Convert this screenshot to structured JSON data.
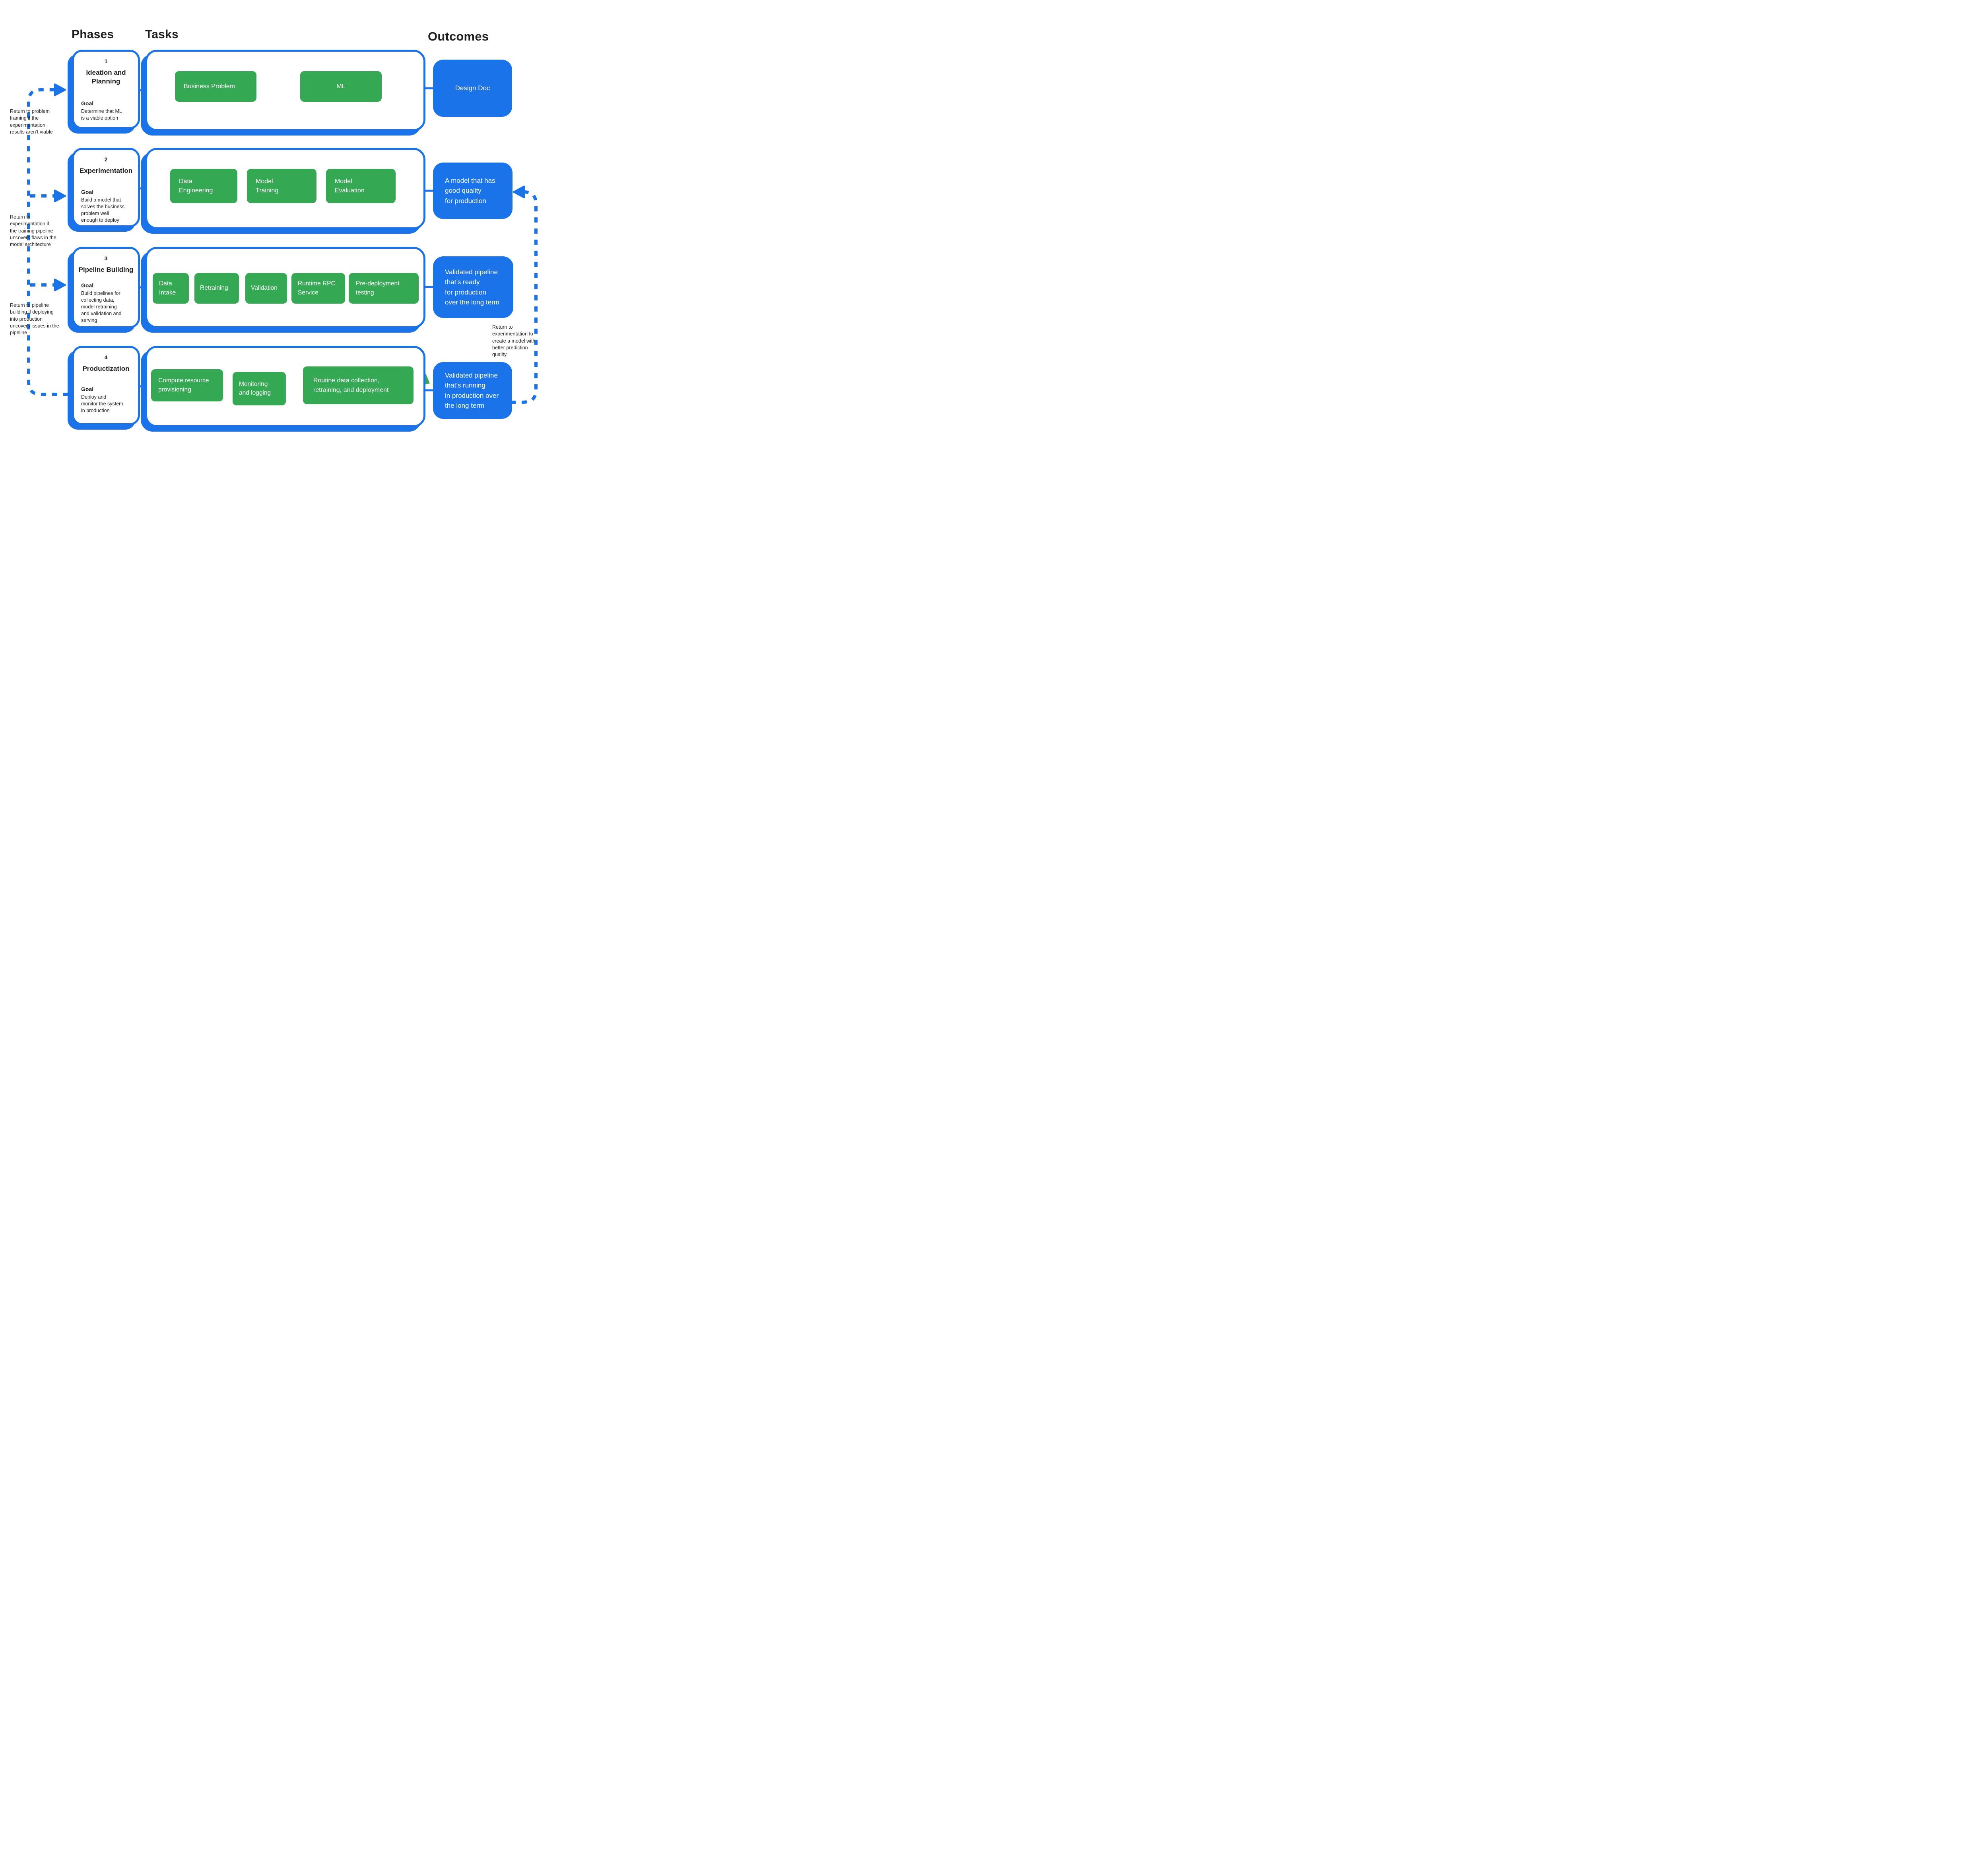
{
  "page": {
    "title_phases": "Phases",
    "title_tasks": "Tasks",
    "title_outcomes": "Outcomes"
  },
  "colors": {
    "accent_blue": "#1a73e8",
    "accent_green": "#34a853",
    "text_black": "#1f1f1f",
    "text_on_fill": "#ffffff"
  },
  "phases": [
    {
      "number": "1",
      "title": "Ideation and\nPlanning",
      "goal_label": "Goal",
      "goal": "Determine that ML\nis a viable option"
    },
    {
      "number": "2",
      "title": "Experimentation",
      "goal_label": "Goal",
      "goal": "Build a model that\nsolves the business\nproblem well\nenough to deploy"
    },
    {
      "number": "3",
      "title": "Pipeline Building",
      "goal_label": "Goal",
      "goal": "Build pipelines for\ncollecting data,\nmodel retraining\nand validation and\nserving"
    },
    {
      "number": "4",
      "title": "Productization",
      "goal_label": "Goal",
      "goal": "Deploy and\nmonitor the system\nin production"
    }
  ],
  "tasks": {
    "row1": [
      {
        "label": "Business Problem"
      },
      {
        "label": "ML"
      }
    ],
    "row2": [
      {
        "label": "Data\nEngineering"
      },
      {
        "label": "Model\nTraining"
      },
      {
        "label": "Model\nEvaluation"
      }
    ],
    "row3": [
      {
        "label": "Data\nIntake"
      },
      {
        "label": "Retraining"
      },
      {
        "label": "Validation"
      },
      {
        "label": "Runtime RPC\nService"
      },
      {
        "label": "Pre-deployment\ntesting"
      }
    ],
    "row4": [
      {
        "label": "Compute resource\nprovisioning"
      },
      {
        "label": "Monitoring\nand logging"
      },
      {
        "label": "Routine data collection,\nretraining, and deployment"
      }
    ]
  },
  "outcomes": [
    {
      "label": "Design Doc"
    },
    {
      "label": "A model that has\ngood quality\nfor production"
    },
    {
      "label": "Validated pipeline\nthat’s ready\nfor production\nover the long term"
    },
    {
      "label": "Validated pipeline\nthat’s running\nin production over\nthe long term"
    }
  ],
  "annotations": [
    {
      "text": "Return to problem\nframing if the\nexperimentation\nresults aren’t viable"
    },
    {
      "text": "Return to\nexperimentation if\nthe training pipeline\nuncovers flaws in the\nmodel architecture"
    },
    {
      "text": "Return to pipeline\nbuilding if deploying\ninto production\nuncovers issues in the\npipeline"
    },
    {
      "text": "Return to\nexperimentation to\ncreate a model with\nbetter prediction\nquality"
    }
  ]
}
